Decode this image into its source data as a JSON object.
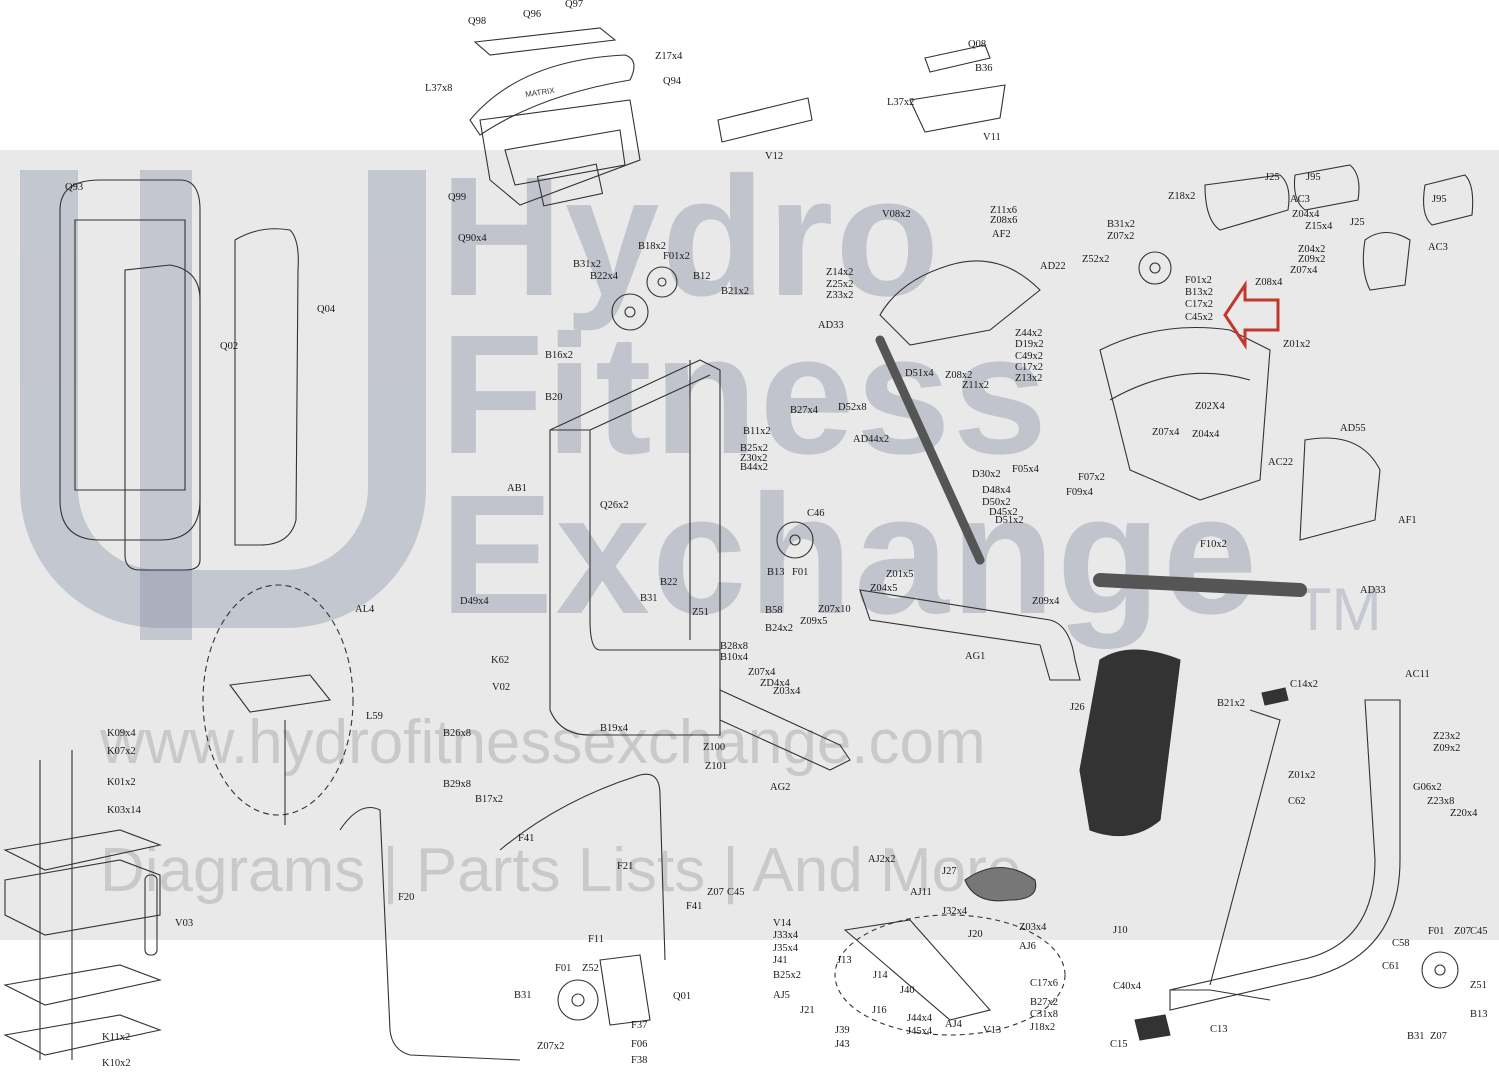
{
  "watermark": {
    "line1": "Hydro",
    "line2": "Fitness",
    "line3": "Exchange",
    "tm": "TM",
    "url": "www.hydrofitnessexchange.com",
    "tagline": "Diagrams | Parts Lists | And More"
  },
  "console": {
    "brand": "MATRIX"
  },
  "colors": {
    "callout_arrow": "#c0392b",
    "line": "#333333",
    "watermark": "#7882a0"
  },
  "labels": [
    {
      "id": "Q98",
      "t": "Q98"
    },
    {
      "id": "Q96",
      "t": "Q96"
    },
    {
      "id": "Q97",
      "t": "Q97"
    },
    {
      "id": "Z17x4",
      "t": "Z17x4"
    },
    {
      "id": "Q94",
      "t": "Q94"
    },
    {
      "id": "L37x8",
      "t": "L37x8"
    },
    {
      "id": "Q99",
      "t": "Q99"
    },
    {
      "id": "Q90x4",
      "t": "Q90x4"
    },
    {
      "id": "Q08",
      "t": "Q08"
    },
    {
      "id": "B36",
      "t": "B36"
    },
    {
      "id": "L37x2",
      "t": "L37x2"
    },
    {
      "id": "V11",
      "t": "V11"
    },
    {
      "id": "V12",
      "t": "V12"
    },
    {
      "id": "Q93",
      "t": "Q93"
    },
    {
      "id": "Q02",
      "t": "Q02"
    },
    {
      "id": "Q04",
      "t": "Q04"
    },
    {
      "id": "B18x2",
      "t": "B18x2"
    },
    {
      "id": "F01x2a",
      "t": "F01x2"
    },
    {
      "id": "B31x2",
      "t": "B31x2"
    },
    {
      "id": "B22x4",
      "t": "B22x4"
    },
    {
      "id": "B12",
      "t": "B12"
    },
    {
      "id": "B21x2a",
      "t": "B21x2"
    },
    {
      "id": "B16x2",
      "t": "B16x2"
    },
    {
      "id": "B20",
      "t": "B20"
    },
    {
      "id": "B27x4",
      "t": "B27x4"
    },
    {
      "id": "B11x2",
      "t": "B11x2"
    },
    {
      "id": "B25x2",
      "t": "B25x2"
    },
    {
      "id": "Z30x2",
      "t": "Z30x2"
    },
    {
      "id": "B44x2",
      "t": "B44x2"
    },
    {
      "id": "Q26x2",
      "t": "Q26x2"
    },
    {
      "id": "AB1",
      "t": "AB1"
    },
    {
      "id": "C46",
      "t": "C46"
    },
    {
      "id": "B13a",
      "t": "B13"
    },
    {
      "id": "F01a",
      "t": "F01"
    },
    {
      "id": "B22",
      "t": "B22"
    },
    {
      "id": "B31a",
      "t": "B31"
    },
    {
      "id": "Z51a",
      "t": "Z51"
    },
    {
      "id": "B58",
      "t": "B58"
    },
    {
      "id": "B24x2",
      "t": "B24x2"
    },
    {
      "id": "D49x4",
      "t": "D49x4"
    },
    {
      "id": "K62",
      "t": "K62"
    },
    {
      "id": "B28x8",
      "t": "B28x8"
    },
    {
      "id": "B10x4",
      "t": "B10x4"
    },
    {
      "id": "V02",
      "t": "V02"
    },
    {
      "id": "B19x4",
      "t": "B19x4"
    },
    {
      "id": "B26x8",
      "t": "B26x8"
    },
    {
      "id": "B29x8",
      "t": "B29x8"
    },
    {
      "id": "B17x2",
      "t": "B17x2"
    },
    {
      "id": "Z11x6",
      "t": "Z11x6"
    },
    {
      "id": "Z08x6",
      "t": "Z08x6"
    },
    {
      "id": "V08x2",
      "t": "V08x2"
    },
    {
      "id": "AF2",
      "t": "AF2"
    },
    {
      "id": "AD22",
      "t": "AD22"
    },
    {
      "id": "Z14x2",
      "t": "Z14x2"
    },
    {
      "id": "Z25x2",
      "t": "Z25x2"
    },
    {
      "id": "Z33x2",
      "t": "Z33x2"
    },
    {
      "id": "AD33a",
      "t": "AD33"
    },
    {
      "id": "Z44x2",
      "t": "Z44x2"
    },
    {
      "id": "D19x2",
      "t": "D19x2"
    },
    {
      "id": "C49x2",
      "t": "C49x2"
    },
    {
      "id": "C17x2a",
      "t": "C17x2"
    },
    {
      "id": "Z13x2",
      "t": "Z13x2"
    },
    {
      "id": "D51x4",
      "t": "D51x4"
    },
    {
      "id": "Z08x2a",
      "t": "Z08x2"
    },
    {
      "id": "Z11x2",
      "t": "Z11x2"
    },
    {
      "id": "D52x8",
      "t": "D52x8"
    },
    {
      "id": "AD44x2",
      "t": "AD44x2"
    },
    {
      "id": "D30x2",
      "t": "D30x2"
    },
    {
      "id": "D48x4",
      "t": "D48x4"
    },
    {
      "id": "D50x2",
      "t": "D50x2"
    },
    {
      "id": "D45x2",
      "t": "D45x2"
    },
    {
      "id": "D51x2",
      "t": "D51x2"
    },
    {
      "id": "F05x4",
      "t": "F05x4"
    },
    {
      "id": "F07x2",
      "t": "F07x2"
    },
    {
      "id": "F09x4",
      "t": "F09x4"
    },
    {
      "id": "B31x2b",
      "t": "B31x2"
    },
    {
      "id": "Z07x2a",
      "t": "Z07x2"
    },
    {
      "id": "Z52x2",
      "t": "Z52x2"
    },
    {
      "id": "F01x2b",
      "t": "F01x2"
    },
    {
      "id": "B13x2",
      "t": "B13x2"
    },
    {
      "id": "C17x2b",
      "t": "C17x2"
    },
    {
      "id": "C45x2",
      "t": "C45x2"
    },
    {
      "id": "Z18x2",
      "t": "Z18x2"
    },
    {
      "id": "J25a",
      "t": "J25"
    },
    {
      "id": "J95a",
      "t": "J95"
    },
    {
      "id": "AC3a",
      "t": "AC3"
    },
    {
      "id": "Z04x4a",
      "t": "Z04x4"
    },
    {
      "id": "Z15x4",
      "t": "Z15x4"
    },
    {
      "id": "Z04x2",
      "t": "Z04x2"
    },
    {
      "id": "Z09x2a",
      "t": "Z09x2"
    },
    {
      "id": "Z07x4a",
      "t": "Z07x4"
    },
    {
      "id": "Z08x4",
      "t": "Z08x4"
    },
    {
      "id": "J95b",
      "t": "J95"
    },
    {
      "id": "J25b",
      "t": "J25"
    },
    {
      "id": "AC3b",
      "t": "AC3"
    },
    {
      "id": "Z01x2a",
      "t": "Z01x2"
    },
    {
      "id": "Z02X4",
      "t": "Z02X4"
    },
    {
      "id": "Z07x4b",
      "t": "Z07x4"
    },
    {
      "id": "Z04x4b",
      "t": "Z04x4"
    },
    {
      "id": "AD55",
      "t": "AD55"
    },
    {
      "id": "AC22",
      "t": "AC22"
    },
    {
      "id": "AF1",
      "t": "AF1"
    },
    {
      "id": "F10x2",
      "t": "F10x2"
    },
    {
      "id": "AD33b",
      "t": "AD33"
    },
    {
      "id": "Z01x5",
      "t": "Z01x5"
    },
    {
      "id": "Z04x5",
      "t": "Z04x5"
    },
    {
      "id": "Z09x4",
      "t": "Z09x4"
    },
    {
      "id": "Z07x10",
      "t": "Z07x10"
    },
    {
      "id": "Z09x5",
      "t": "Z09x5"
    },
    {
      "id": "AG1",
      "t": "AG1"
    },
    {
      "id": "Z07x4c",
      "t": "Z07x4"
    },
    {
      "id": "ZD4x4",
      "t": "ZD4x4"
    },
    {
      "id": "Z03x4a",
      "t": "Z03x4"
    },
    {
      "id": "Z100",
      "t": "Z100"
    },
    {
      "id": "Z101",
      "t": "Z101"
    },
    {
      "id": "AG2",
      "t": "AG2"
    },
    {
      "id": "AL4",
      "t": "AL4"
    },
    {
      "id": "L59",
      "t": "L59"
    },
    {
      "id": "K09x4",
      "t": "K09x4"
    },
    {
      "id": "K07x2",
      "t": "K07x2"
    },
    {
      "id": "K01x2",
      "t": "K01x2"
    },
    {
      "id": "K03x14",
      "t": "K03x14"
    },
    {
      "id": "V03",
      "t": "V03"
    },
    {
      "id": "K11x2",
      "t": "K11x2"
    },
    {
      "id": "K10x2",
      "t": "K10x2"
    },
    {
      "id": "F20",
      "t": "F20"
    },
    {
      "id": "F41a",
      "t": "F41"
    },
    {
      "id": "F21",
      "t": "F21"
    },
    {
      "id": "F41b",
      "t": "F41"
    },
    {
      "id": "Z07",
      "t": "Z07"
    },
    {
      "id": "C45a",
      "t": "C45"
    },
    {
      "id": "F11",
      "t": "F11"
    },
    {
      "id": "F01b",
      "t": "F01"
    },
    {
      "id": "Z52",
      "t": "Z52"
    },
    {
      "id": "Q01",
      "t": "Q01"
    },
    {
      "id": "B31b",
      "t": "B31"
    },
    {
      "id": "Z07x2b",
      "t": "Z07x2"
    },
    {
      "id": "F37",
      "t": "F37"
    },
    {
      "id": "F06",
      "t": "F06"
    },
    {
      "id": "F38",
      "t": "F38"
    },
    {
      "id": "J26",
      "t": "J26"
    },
    {
      "id": "AJ2x2",
      "t": "AJ2x2"
    },
    {
      "id": "AJ11",
      "t": "AJ11"
    },
    {
      "id": "J27",
      "t": "J27"
    },
    {
      "id": "J32x4",
      "t": "J32x4"
    },
    {
      "id": "Z03x4b",
      "t": "Z03x4"
    },
    {
      "id": "V14",
      "t": "V14"
    },
    {
      "id": "J33x4",
      "t": "J33x4"
    },
    {
      "id": "J35x4",
      "t": "J35x4"
    },
    {
      "id": "J41",
      "t": "J41"
    },
    {
      "id": "J13",
      "t": "J13"
    },
    {
      "id": "J20",
      "t": "J20"
    },
    {
      "id": "AJ6",
      "t": "AJ6"
    },
    {
      "id": "B25x2b",
      "t": "B25x2"
    },
    {
      "id": "J14",
      "t": "J14"
    },
    {
      "id": "AJ5",
      "t": "AJ5"
    },
    {
      "id": "J40",
      "t": "J40"
    },
    {
      "id": "C17x6",
      "t": "C17x6"
    },
    {
      "id": "B27x2",
      "t": "B27x2"
    },
    {
      "id": "C31x8",
      "t": "C31x8"
    },
    {
      "id": "J21",
      "t": "J21"
    },
    {
      "id": "J16",
      "t": "J16"
    },
    {
      "id": "J44x4",
      "t": "J44x4"
    },
    {
      "id": "J45x4",
      "t": "J45x4"
    },
    {
      "id": "AJ4",
      "t": "AJ4"
    },
    {
      "id": "V13",
      "t": "V13"
    },
    {
      "id": "J18x2",
      "t": "J18x2"
    },
    {
      "id": "J39",
      "t": "J39"
    },
    {
      "id": "J43",
      "t": "J43"
    },
    {
      "id": "C14x2",
      "t": "C14x2"
    },
    {
      "id": "B21x2b",
      "t": "B21x2"
    },
    {
      "id": "AC11",
      "t": "AC11"
    },
    {
      "id": "Z23x2",
      "t": "Z23x2"
    },
    {
      "id": "Z09x2b",
      "t": "Z09x2"
    },
    {
      "id": "Z01x2b",
      "t": "Z01x2"
    },
    {
      "id": "C62",
      "t": "C62"
    },
    {
      "id": "G06x2",
      "t": "G06x2"
    },
    {
      "id": "Z23x8",
      "t": "Z23x8"
    },
    {
      "id": "Z20x4",
      "t": "Z20x4"
    },
    {
      "id": "J10",
      "t": "J10"
    },
    {
      "id": "C40x4",
      "t": "C40x4"
    },
    {
      "id": "C58",
      "t": "C58"
    },
    {
      "id": "C61",
      "t": "C61"
    },
    {
      "id": "F01c",
      "t": "F01"
    },
    {
      "id": "Z07b",
      "t": "Z07"
    },
    {
      "id": "C45b",
      "t": "C45"
    },
    {
      "id": "Z51b",
      "t": "Z51"
    },
    {
      "id": "B31c",
      "t": "B31"
    },
    {
      "id": "Z07c",
      "t": "Z07"
    },
    {
      "id": "B13b",
      "t": "B13"
    },
    {
      "id": "C15",
      "t": "C15"
    },
    {
      "id": "C13",
      "t": "C13"
    }
  ]
}
